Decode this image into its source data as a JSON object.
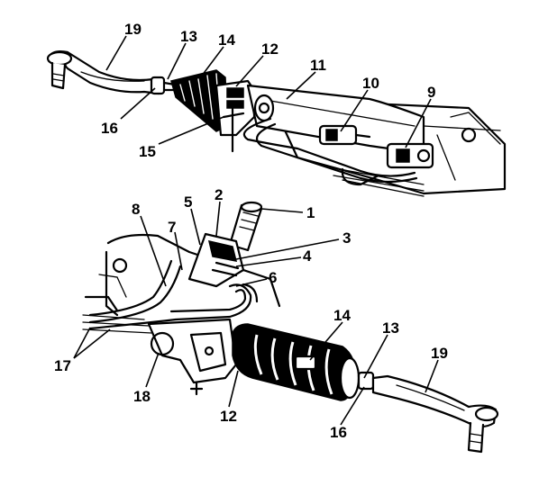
{
  "callouts": {
    "top": {
      "n19": "19",
      "n13": "13",
      "n14": "14",
      "n12": "12",
      "n11": "11",
      "n10": "10",
      "n9": "9",
      "n16": "16",
      "n15": "15"
    },
    "bottom": {
      "n1": "1",
      "n2": "2",
      "n5": "5",
      "n8": "8",
      "n7": "7",
      "n3": "3",
      "n4": "4",
      "n6": "6",
      "n14": "14",
      "n13": "13",
      "n19": "19",
      "n17": "17",
      "n18": "18",
      "n12": "12",
      "n16": "16"
    }
  }
}
